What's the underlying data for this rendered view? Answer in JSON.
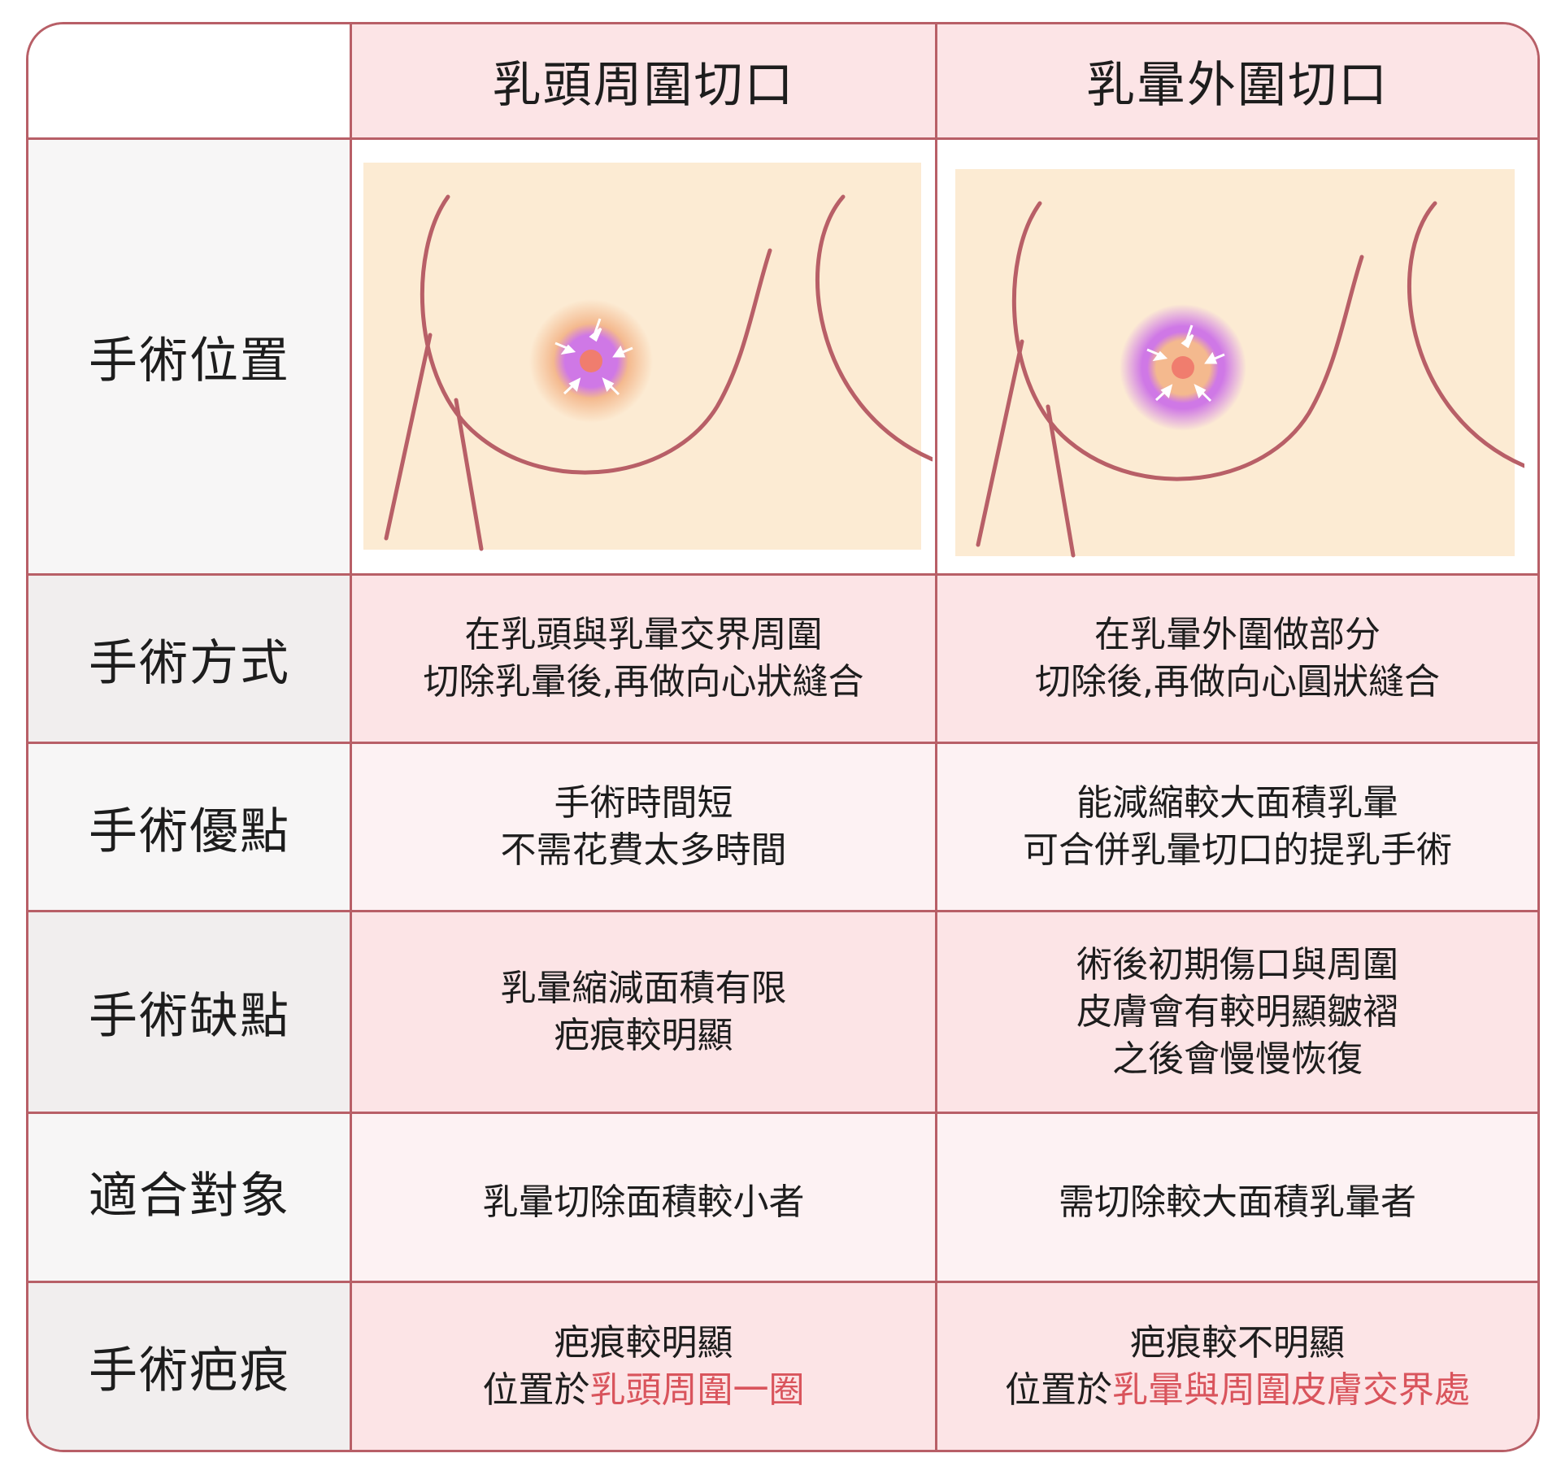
{
  "table": {
    "headers": [
      "乳頭周圍切口",
      "乳暈外圍切口"
    ],
    "rows": [
      {
        "label": "手術位置",
        "cells": [
          {
            "illustration": "nipple-perimeter-incision-diagram"
          },
          {
            "illustration": "areola-outer-incision-diagram"
          }
        ]
      },
      {
        "label": "手術方式",
        "cells": [
          {
            "lines": [
              {
                "text": "在乳頭與乳暈交界周圍"
              },
              {
                "text": "切除乳暈後,再做向心狀縫合"
              }
            ]
          },
          {
            "lines": [
              {
                "text": "在乳暈外圍做部分"
              },
              {
                "text": "切除後,再做向心圓狀縫合"
              }
            ]
          }
        ]
      },
      {
        "label": "手術優點",
        "cells": [
          {
            "lines": [
              {
                "text": "手術時間短"
              },
              {
                "text": "不需花費太多時間"
              }
            ]
          },
          {
            "lines": [
              {
                "text": "能減縮較大面積乳暈"
              },
              {
                "text": "可合併乳暈切口的提乳手術"
              }
            ]
          }
        ]
      },
      {
        "label": "手術缺點",
        "cells": [
          {
            "lines": [
              {
                "text": "乳暈縮減面積有限"
              },
              {
                "text": "疤痕較明顯"
              }
            ]
          },
          {
            "lines": [
              {
                "text": "術後初期傷口與周圍"
              },
              {
                "text": "皮膚會有較明顯皺褶"
              },
              {
                "text": "之後會慢慢恢復"
              }
            ]
          }
        ]
      },
      {
        "label": "適合對象",
        "cells": [
          {
            "lines": [
              {
                "text": "乳暈切除面積較小者"
              }
            ]
          },
          {
            "lines": [
              {
                "text": "需切除較大面積乳暈者"
              }
            ]
          }
        ]
      },
      {
        "label": "手術疤痕",
        "cells": [
          {
            "lines": [
              {
                "text": "疤痕較明顯"
              },
              {
                "text": "位置於",
                "highlight": "乳頭周圍一圈"
              }
            ]
          },
          {
            "lines": [
              {
                "text": "疤痕較不明顯"
              },
              {
                "text": "位置於",
                "highlight": "乳暈與周圍皮膚交界處"
              }
            ]
          }
        ]
      }
    ]
  },
  "colors": {
    "border": "#b85f67",
    "header_bg": "#fce4e6",
    "highlight_text": "#d9545c",
    "skin": "#fcebd3",
    "areola": "#f4b98e",
    "incision_purple": "#cf78e6",
    "nipple": "#f07d6e",
    "contour": "#b85f67"
  }
}
